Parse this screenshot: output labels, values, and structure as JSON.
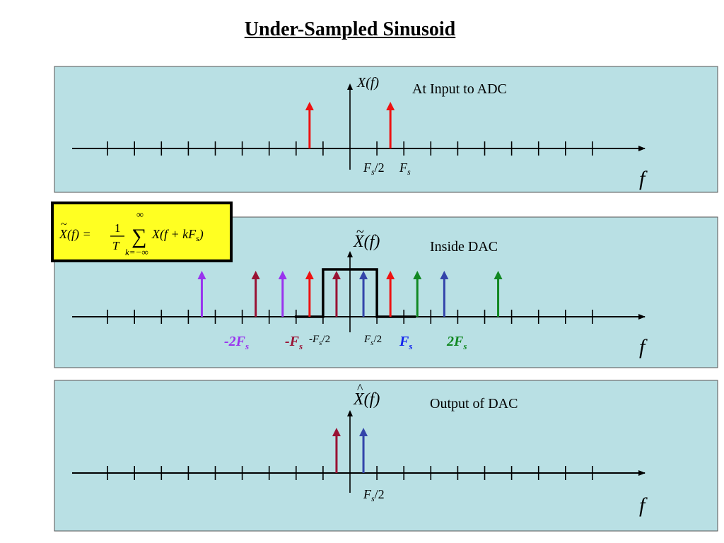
{
  "title": "Under-Sampled Sinusoid",
  "colors": {
    "panel_bg": "#b9e0e4",
    "red": "#ee1111",
    "maroon": "#991133",
    "purple": "#9933ee",
    "blue": "#3344aa",
    "green": "#118822",
    "formula_bg": "#ffff22"
  },
  "panels": [
    {
      "id": "input",
      "spectrum_label": "X(f)",
      "spectrum_mark": "",
      "caption": "At Input to ADC",
      "f_label": "f",
      "ticks": [
        "Fs/2",
        "Fs"
      ],
      "arrows": [
        {
          "color": "red",
          "slot": -1.5
        },
        {
          "color": "red",
          "slot": 1.5
        }
      ]
    },
    {
      "id": "inside",
      "spectrum_label": "X(f)",
      "spectrum_mark": "~",
      "caption": "Inside DAC",
      "f_label": "f",
      "ticks": [
        "-2Fs",
        "-Fs",
        "-Fs/2",
        "Fs/2",
        "Fs",
        "2Fs"
      ],
      "arrows": [
        {
          "color": "purple",
          "slot": -5.5
        },
        {
          "color": "maroon",
          "slot": -3.5
        },
        {
          "color": "purple",
          "slot": -2.5
        },
        {
          "color": "red",
          "slot": -1.5
        },
        {
          "color": "maroon",
          "slot": -0.5
        },
        {
          "color": "blue",
          "slot": 0.5
        },
        {
          "color": "red",
          "slot": 1.5
        },
        {
          "color": "green",
          "slot": 2.5
        },
        {
          "color": "blue",
          "slot": 3.5
        },
        {
          "color": "green",
          "slot": 5.5
        }
      ],
      "filter": {
        "from_slot": -1,
        "to_slot": 1
      }
    },
    {
      "id": "output",
      "spectrum_label": "X(f)",
      "spectrum_mark": "^",
      "caption": "Output of DAC",
      "f_label": "f",
      "ticks": [
        "Fs/2"
      ],
      "arrows": [
        {
          "color": "maroon",
          "slot": -0.5
        },
        {
          "color": "blue",
          "slot": 0.5
        }
      ]
    }
  ],
  "formula": {
    "lhs": "X(f) =",
    "fraction": {
      "numerator": "1",
      "denominator": "T"
    },
    "sum_upper": "∞",
    "sum_lower": "k=−∞",
    "summand": "X(f + kFs)"
  }
}
